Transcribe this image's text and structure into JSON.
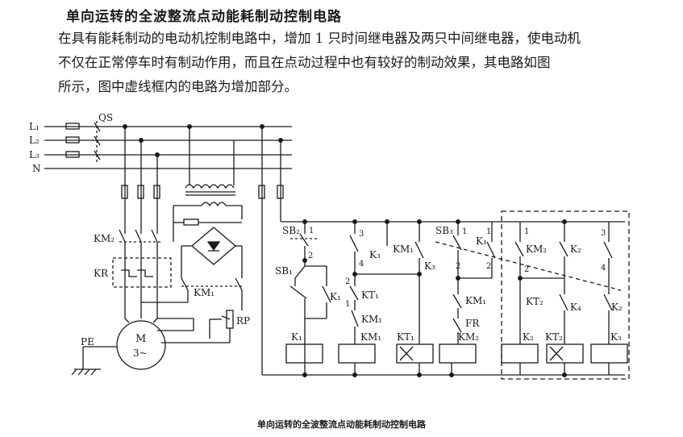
{
  "title": "单向运转的全波整流点动能耗制动控制电路",
  "paragraph": [
    "在具有能耗制动的电动机控制电路中，增加 1 只时间继电器及两只中间继电器，使电动机",
    "不仅在正常停车时有制动作用，而且在点动过程中也有较好的制动效果，其电路如图",
    "所示，图中虚线框内的电路为增加部分。"
  ],
  "caption": "单向运转的全波整流点动能耗制动控制电路",
  "labels": {
    "l1": "L₁",
    "l2": "L₂",
    "l3": "L₃",
    "n": "N",
    "qs": "QS",
    "km2": "KM₂",
    "kr": "KR",
    "pe": "PE",
    "m": "M",
    "m3": "3~",
    "km1": "KM₁",
    "rp": "RP",
    "sb2": "SB₂",
    "sb1": "SB₁",
    "sb3": "SB₃",
    "k1c": "K₁",
    "k3c": "K₃",
    "km1c": "KM₁",
    "k3c2": "K₃",
    "kt1c": "KT₁",
    "km1c2": "KM₁",
    "km1c3": "KM₁",
    "fr": "FR",
    "k1c2": "K₁",
    "km2c": "KM₂",
    "k2c": "K₂",
    "kt2c": "KT₂",
    "k4c": "K₄",
    "k2c2": "K₂",
    "coil_k1": "K₁",
    "coil_km1": "KM₁",
    "coil_kt1": "KT₁",
    "coil_km2": "KM₂",
    "coil_k2": "K₂",
    "coil_kt2": "KT₂",
    "coil_k3": "K₃",
    "n1": "1",
    "n2": "2",
    "n3": "3",
    "n4": "4",
    "n1b": "1",
    "n2b": "2",
    "n1c": "1",
    "n2c": "2",
    "n1d": "1",
    "n2d": "2",
    "n1e": "1",
    "n2e": "2",
    "n3b": "3",
    "n4b": "4",
    "n1f": "1",
    "n2f": "2"
  }
}
